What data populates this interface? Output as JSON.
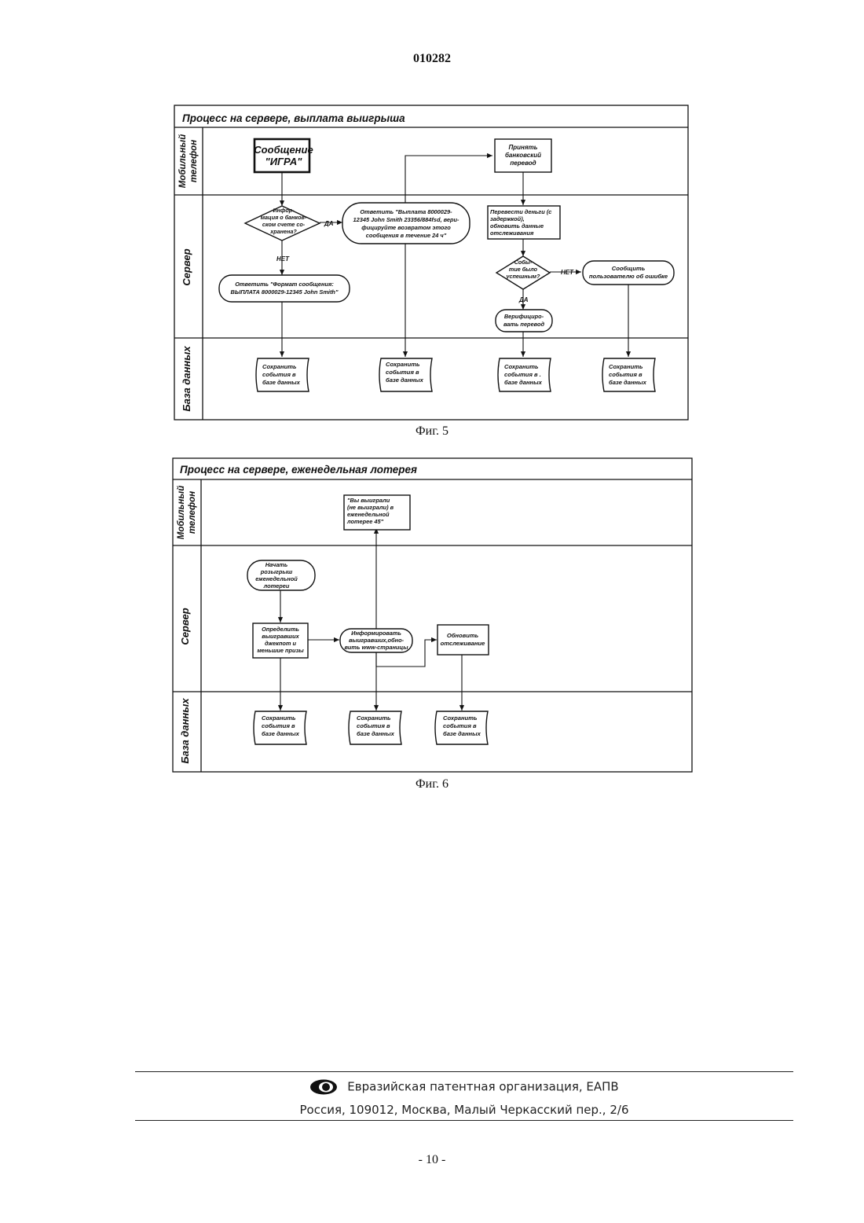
{
  "header": {
    "doc_number": "010282"
  },
  "fig5": {
    "title": "Процесс на сервере, выплата выигрыша",
    "caption": "Фиг. 5",
    "lanes": {
      "mobile_1": "Мобильный",
      "mobile_2": "телефон",
      "server": "Сервер",
      "db": "База данных"
    },
    "msg_game_1": "Сообщение",
    "msg_game_2": "\"ИГРА\"",
    "decision_bank": [
      "Инфор-",
      "мация о банков-",
      "ском счете со-",
      "хранена?"
    ],
    "label_yes": "ДА",
    "label_no": "НЕТ",
    "reply_format": [
      "Ответить \"Формат сообщения:",
      "ВЫПЛАТА 8000029-12345 John Smith\""
    ],
    "reply_payout": [
      "Ответить \"Выплата 8000029-",
      "12345 John Smith 23356/884fsd, вери-",
      "фицируйте возвратом этого",
      "сообщения в течение 24 ч\""
    ],
    "accept_transfer": [
      "Принять",
      "банковский",
      "перевод"
    ],
    "transfer_money": [
      "Перевести деньги (с",
      "задержкой),",
      "обновить данные",
      "отслеживания"
    ],
    "decision_success": [
      "Собы-",
      "тие было",
      "успешным?"
    ],
    "label_no2": "НЕТ",
    "label_yes2": "ДА",
    "notify_error": [
      "Сообщить",
      "пользователю об ошибке"
    ],
    "verify_transfer": [
      "Верифициро-",
      "вать перевод"
    ],
    "save_events": [
      "Сохранить",
      "события в",
      "базе данных"
    ],
    "save_events_b": [
      "Сохранить",
      "события в .",
      "базе данных"
    ]
  },
  "fig6": {
    "title": "Процесс на сервере, еженедельная лотерея",
    "caption": "Фиг. 6",
    "lanes": {
      "mobile_1": "Мобильный",
      "mobile_2": "телефон",
      "server": "Сервер",
      "db": "База данных"
    },
    "message_result": [
      "\"Вы выиграли",
      "(не выиграли) в",
      "еженедельной",
      "лотерее 45\""
    ],
    "start_draw": [
      "Начать",
      "розыгрыш",
      "еженедельной",
      "лотереи"
    ],
    "determine_winners": [
      "Определить",
      "выигравших",
      "джекпот и",
      "меньшие призы"
    ],
    "inform_winners": [
      "Информировать",
      "выигравших,обно-",
      "вить www-страницы"
    ],
    "update_tracking": [
      "Обновить",
      "отслеживание"
    ],
    "save_events": [
      "Сохранить",
      "события в",
      "базе данных"
    ]
  },
  "footer": {
    "org": "Евразийская патентная организация, ЕАПВ",
    "address": "Россия, 109012, Москва, Малый Черкасский пер., 2/6",
    "page": "- 10 -"
  }
}
